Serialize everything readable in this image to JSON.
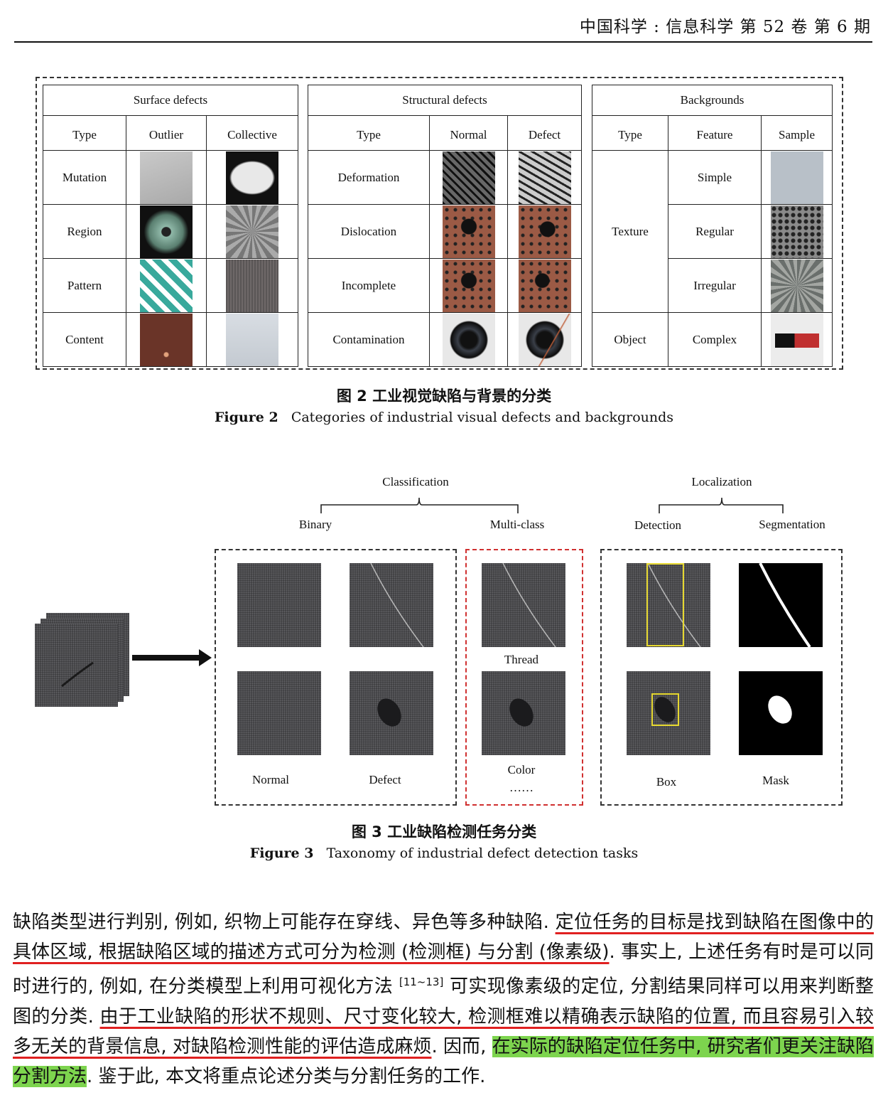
{
  "header": {
    "journal": "中国科学 : 信息科学   第 52 卷   第 6 期"
  },
  "figure2": {
    "surface": {
      "title": "Surface defects",
      "cols": [
        "Type",
        "Outlier",
        "Collective"
      ],
      "rows": [
        "Mutation",
        "Region",
        "Pattern",
        "Content"
      ]
    },
    "structural": {
      "title": "Structural defects",
      "cols": [
        "Type",
        "Normal",
        "Defect"
      ],
      "rows": [
        "Deformation",
        "Dislocation",
        "Incomplete",
        "Contamination"
      ]
    },
    "backgrounds": {
      "title": "Backgrounds",
      "cols": [
        "Type",
        "Feature",
        "Sample"
      ],
      "types": [
        "Texture",
        "Object"
      ],
      "features": [
        "Simple",
        "Regular",
        "Irregular",
        "Complex"
      ]
    },
    "caption_cn": "图 2    工业视觉缺陷与背景的分类",
    "caption_en_label": "Figure 2",
    "caption_en": "Categories of industrial visual defects and backgrounds"
  },
  "figure3": {
    "classification": "Classification",
    "binary": "Binary",
    "multiclass": "Multi-class",
    "localization": "Localization",
    "detection": "Detection",
    "segmentation": "Segmentation",
    "normal": "Normal",
    "defect": "Defect",
    "thread": "Thread",
    "color": "Color",
    "ellipsis": "……",
    "box": "Box",
    "mask": "Mask",
    "caption_cn": "图 3    工业缺陷检测任务分类",
    "caption_en_label": "Figure 3",
    "caption_en": "Taxonomy of industrial defect detection tasks"
  },
  "body": {
    "p1": "缺陷类型进行判别, 例如, 织物上可能存在穿线、异色等多种缺陷. ",
    "u1": "定位任务的目标是找到缺陷在图像中的具体区域, 根据缺陷区域的描述方式可分为检测 (检测框) 与分割 (像素级)",
    "p2": ". 事实上, 上述任务有时是可以同时进行的, 例如, 在分类模型上利用可视化方法 ",
    "ref": "[11~13]",
    "p3": " 可实现像素级的定位, 分割结果同样可以用来判断整图的分类. ",
    "u2": "由于工业缺陷的形状不规则、尺寸变化较大, 检测框难以精确表示缺陷的位置, 而且容易引入较多无关的背景信息, 对缺陷检测性能的评估造成麻烦",
    "p4": ". 因而, ",
    "hl": "在实际的缺陷定位任务中, 研究者们更关注缺陷分割方法",
    "p5": ". 鉴于此, 本文将重点论述分类与分割任务的工作."
  }
}
